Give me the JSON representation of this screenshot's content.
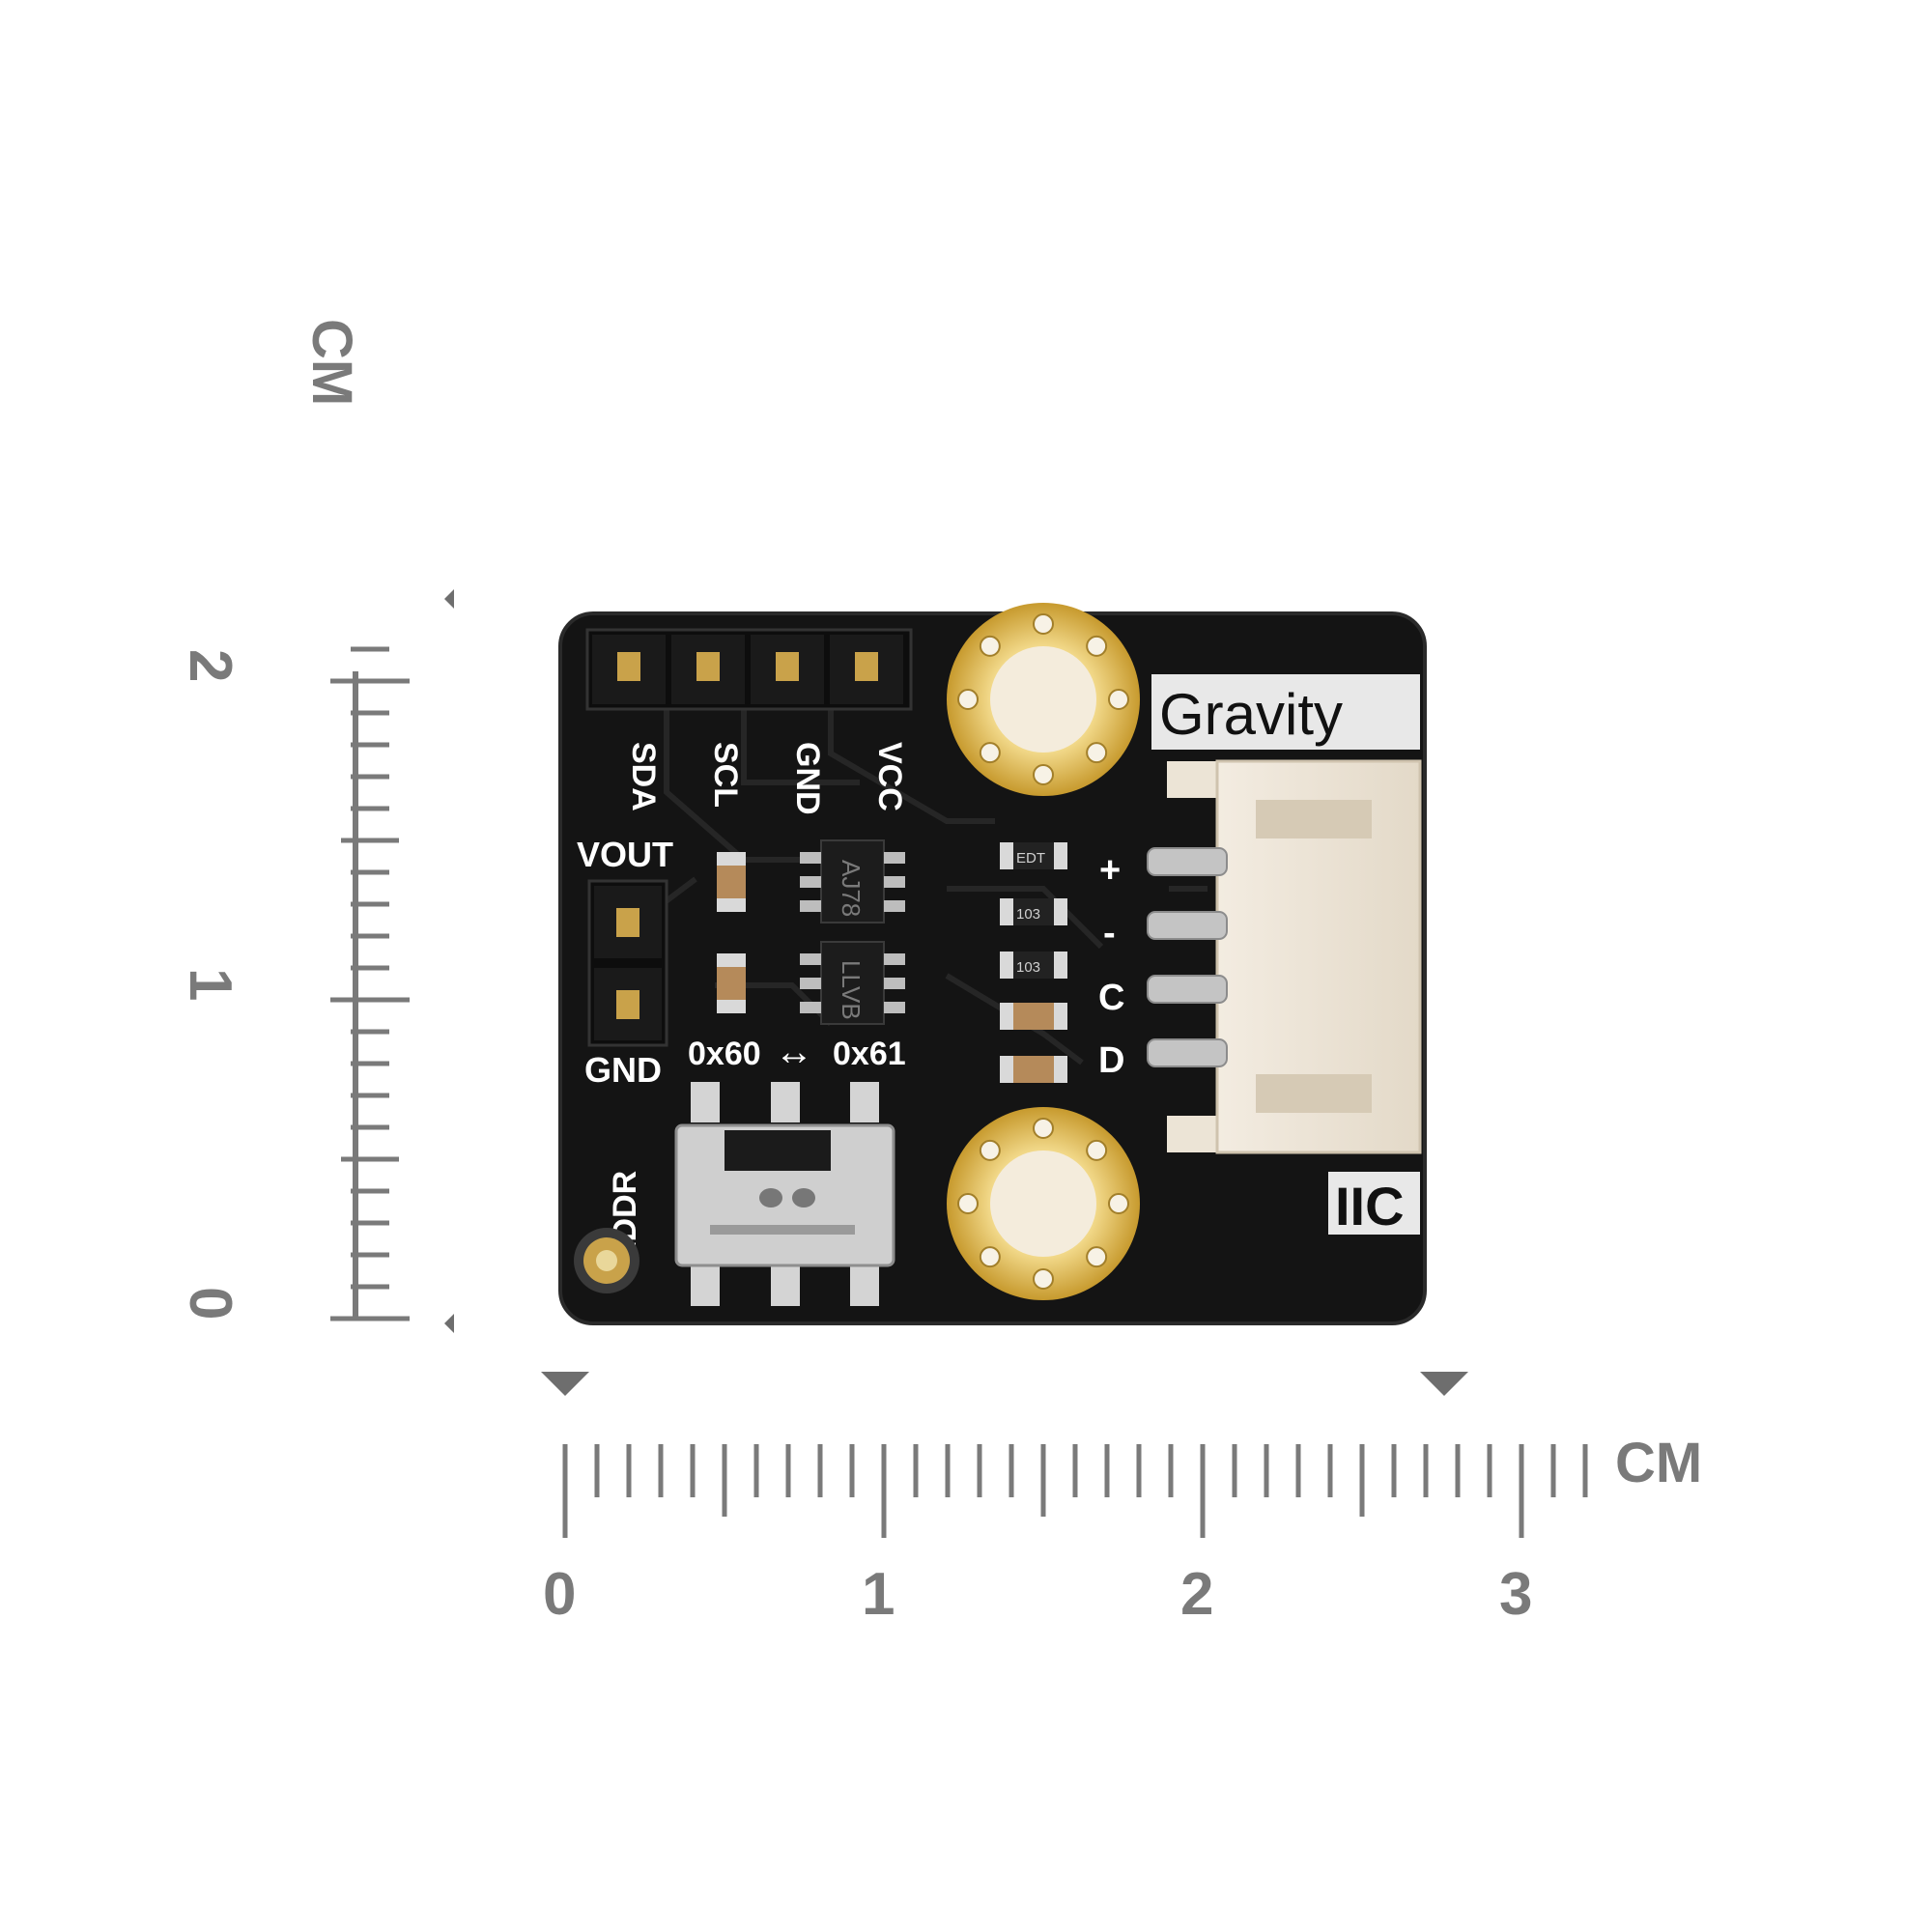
{
  "rulers": {
    "vertical": {
      "unit": "CM",
      "labels": [
        "0",
        "1",
        "2"
      ]
    },
    "horizontal": {
      "unit": "CM",
      "labels": [
        "0",
        "1",
        "2",
        "3"
      ]
    }
  },
  "board": {
    "brand": "Gravity",
    "interface": "IIC",
    "pin_header": [
      "SDA",
      "SCL",
      "GND",
      "VCC"
    ],
    "output_header": {
      "top": "VOUT",
      "bottom": "GND"
    },
    "address": {
      "left": "0x60",
      "arrow": "↔",
      "right": "0x61",
      "switch_label": "ADDR"
    },
    "connector_pins": [
      "+",
      "-",
      "C",
      "D"
    ],
    "chips": [
      "AJ78",
      "LLVB"
    ],
    "resistors": [
      "EDT",
      "103",
      "103"
    ]
  }
}
